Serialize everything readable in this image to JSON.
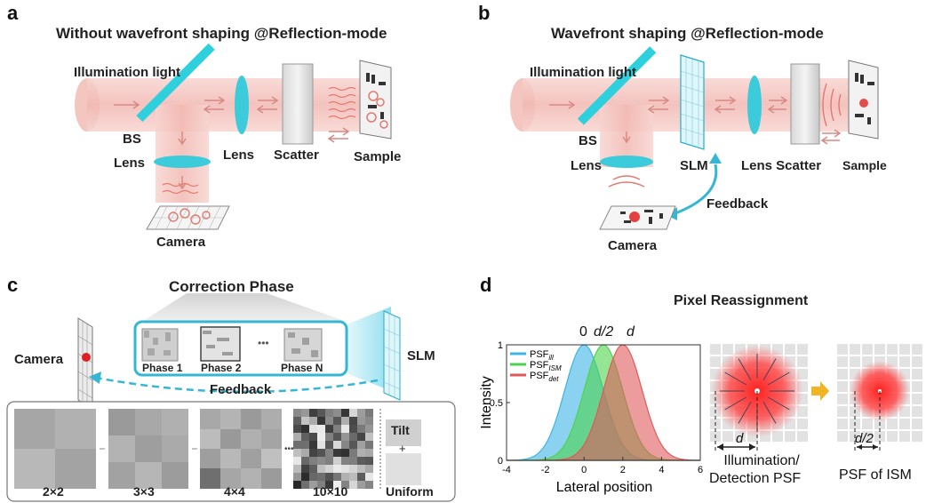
{
  "panel_a": {
    "letter": "a",
    "title": "Without wavefront shaping @Reflection-mode",
    "illumination": "Illumination light",
    "bs": "BS",
    "lens_left": "Lens",
    "lens_mid": "Lens",
    "scatter": "Scatter",
    "sample": "Sample",
    "camera": "Camera"
  },
  "panel_b": {
    "letter": "b",
    "title": "Wavefront shaping @Reflection-mode",
    "illumination": "Illumination light",
    "bs": "BS",
    "lens": "Lens",
    "slm": "SLM",
    "lens_scatter": "Lens Scatter",
    "sample": "Sample",
    "feedback": "Feedback",
    "camera": "Camera"
  },
  "panel_c": {
    "letter": "c",
    "title": "Correction Phase",
    "camera": "Camera",
    "slm": "SLM",
    "feedback": "Feedback",
    "phases": [
      "Phase 1",
      "Phase 2",
      "Phase N"
    ],
    "ellipsis": "•••",
    "grids": [
      "2×2",
      "3×3",
      "4×4",
      "10×10"
    ],
    "grid_ellipsis": "•••",
    "tilt": "Tilt",
    "plus": "+",
    "uniform": "Uniform"
  },
  "panel_d": {
    "letter": "d",
    "title": "Pixel Reassignment",
    "top_labels": [
      "0",
      "d/2",
      "d"
    ],
    "illum_label": "Illumination/",
    "det_label": "Detection PSF",
    "psf_ism_label": "PSF of ISM",
    "d_mark": "d",
    "d2_mark": "d/2"
  },
  "chart_data": {
    "type": "area",
    "xlabel": "Lateral position",
    "ylabel": "Intensity",
    "xlim": [
      -4,
      6
    ],
    "ylim": [
      0,
      1
    ],
    "xticks": [
      "-4",
      "-2",
      "0",
      "2",
      "4",
      "6"
    ],
    "yticks": [
      "0",
      "0.5",
      "1"
    ],
    "x": [
      -4,
      -3.5,
      -3,
      -2.5,
      -2,
      -1.5,
      -1,
      -0.5,
      0,
      0.5,
      1,
      1.5,
      2,
      2.5,
      3,
      3.5,
      4,
      4.5,
      5,
      5.5,
      6
    ],
    "series": [
      {
        "name": "PSF_ill",
        "center": 0,
        "color": "#3cb4e6",
        "values": [
          0,
          0.001,
          0.011,
          0.044,
          0.135,
          0.325,
          0.607,
          0.882,
          1,
          0.882,
          0.607,
          0.325,
          0.135,
          0.044,
          0.011,
          0.002,
          0,
          0,
          0,
          0,
          0
        ]
      },
      {
        "name": "PSF_ISM",
        "center": 1,
        "color": "#4cd34c",
        "values": [
          0,
          0,
          0,
          0,
          0.003,
          0.018,
          0.076,
          0.236,
          0.57,
          0.895,
          1,
          0.895,
          0.57,
          0.236,
          0.076,
          0.018,
          0.003,
          0,
          0,
          0,
          0
        ]
      },
      {
        "name": "PSF_det",
        "center": 2,
        "color": "#e05a5a",
        "values": [
          0,
          0,
          0,
          0,
          0,
          0.002,
          0.011,
          0.044,
          0.135,
          0.325,
          0.607,
          0.882,
          1,
          0.882,
          0.607,
          0.325,
          0.135,
          0.044,
          0.011,
          0.002,
          0
        ]
      }
    ],
    "legend": [
      "PSF_ill",
      "PSF_ISM",
      "PSF_det"
    ],
    "legend_placement": "top-left"
  }
}
